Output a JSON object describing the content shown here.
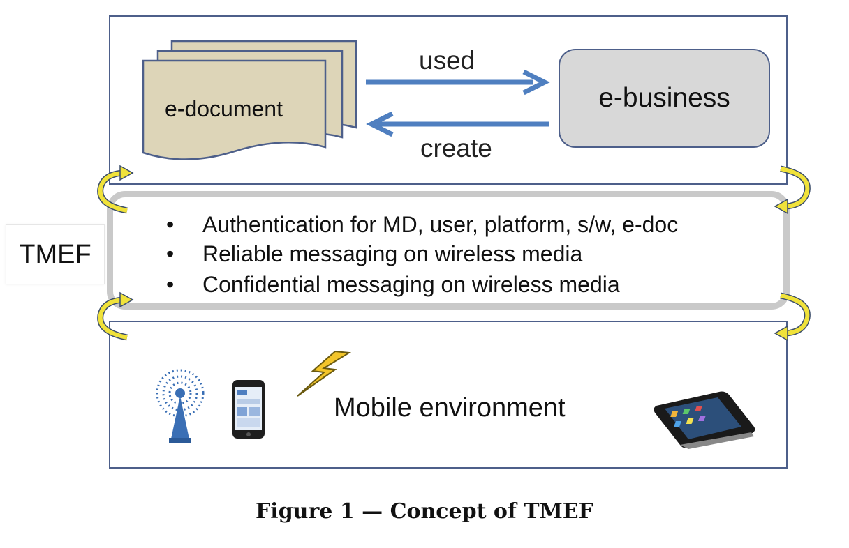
{
  "diagram": {
    "top_panel": {
      "document_label": "e-document",
      "business_label": "e-business",
      "arrow_right_label": "used",
      "arrow_left_label": "create"
    },
    "middle_band": {
      "side_label": "TMEF",
      "bullets": [
        "Authentication for MD, user, platform, s/w, e-doc",
        "Reliable messaging on wireless media",
        "Confidential messaging on wireless media"
      ]
    },
    "bottom_panel": {
      "label": "Mobile environment"
    },
    "caption": "Figure 1 — Concept of TMEF",
    "colors": {
      "panel_border": "#4d5f8a",
      "arrow_blue": "#4f7fc0",
      "document_fill": "#ddd5b8",
      "business_fill": "#d8d8d8",
      "band_gray": "#c9c9c9",
      "curl_yellow": "#f0e23a",
      "lightning": "#f3c52a"
    },
    "icons": [
      "radio-tower-icon",
      "smartphone-icon",
      "lightning-icon",
      "iphone-icon",
      "curved-arrow-icon"
    ]
  }
}
